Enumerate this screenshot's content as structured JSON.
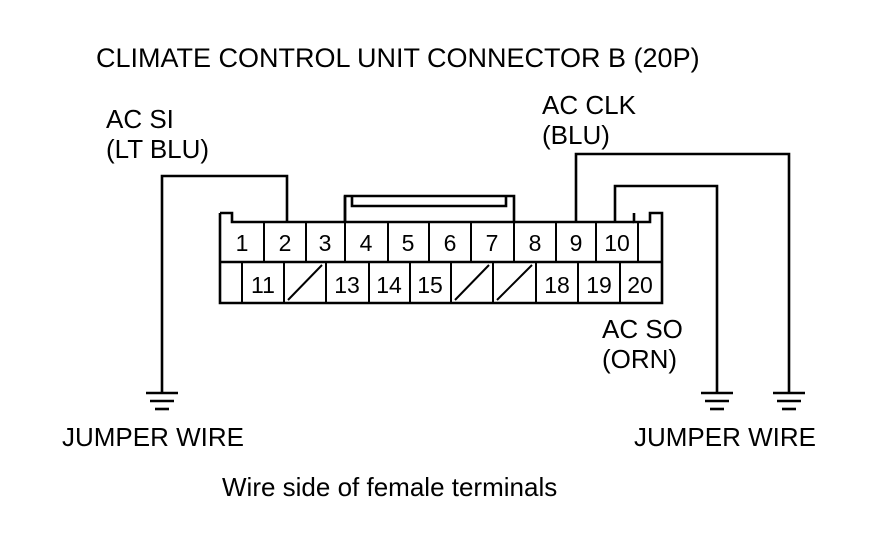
{
  "title": "CLIMATE CONTROL UNIT CONNECTOR B (20P)",
  "labels": {
    "ac_si": "AC SI",
    "ac_si_color": "(LT BLU)",
    "ac_clk": "AC CLK",
    "ac_clk_color": "(BLU)",
    "ac_so": "AC SO",
    "ac_so_color": "(ORN)",
    "jumper_left": "JUMPER WIRE",
    "jumper_right": "JUMPER WIRE"
  },
  "caption": "Wire side of female terminals",
  "connector": {
    "top_row": [
      "1",
      "2",
      "3",
      "4",
      "5",
      "6",
      "7",
      "8",
      "9",
      "10",
      ""
    ],
    "bottom_row": [
      "",
      "11",
      "/",
      "13",
      "14",
      "15",
      "/",
      "/",
      "18",
      "19",
      "20"
    ]
  }
}
